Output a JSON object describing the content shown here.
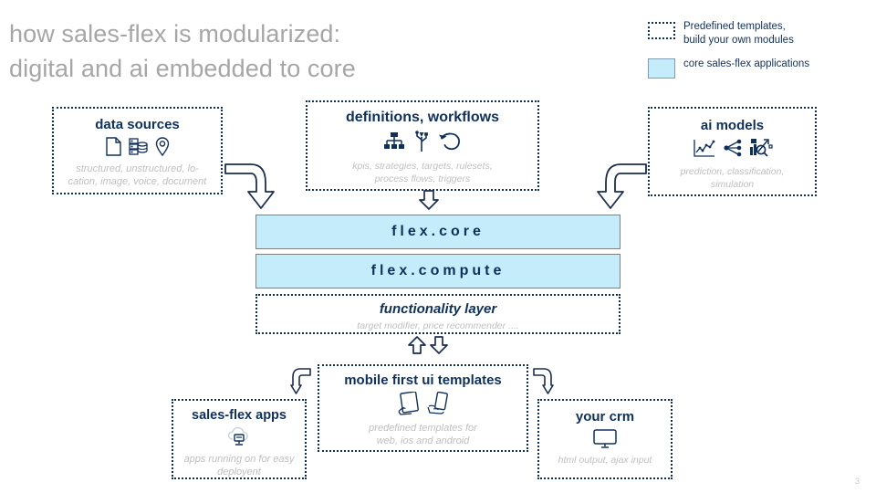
{
  "slide": {
    "title": "how sales-flex is modularized:\ndigital and ai embedded to core",
    "page_number": "3",
    "colors": {
      "navy": "#10305c",
      "core_fill": "#c5ecfb",
      "core_border": "#808080",
      "title_gray": "#a6a6a6",
      "sub_gray": "#bfbfbf"
    }
  },
  "legend": {
    "items": [
      {
        "swatch": "dotted-outline-box",
        "label": "Predefined templates,\nbuild your own modules"
      },
      {
        "swatch": "light-blue-filled-box",
        "label": "core sales-flex applications"
      }
    ]
  },
  "modules": {
    "data_sources": {
      "title": "data sources",
      "icons": [
        "document-icon",
        "database-icon",
        "location-pin-icon"
      ],
      "subtitle": "structured, unstructured, lo-\ncation, image, voice, document"
    },
    "definitions": {
      "title": "definitions, workflows",
      "icons": [
        "hierarchy-icon",
        "usb-fork-icon",
        "loop-arrow-icon"
      ],
      "subtitle": "kpis, strategies, targets, rulesets,\nprocess flows, triggers"
    },
    "ai_models": {
      "title": "ai models",
      "icons": [
        "line-chart-icon",
        "node-network-icon",
        "analytics-icon"
      ],
      "subtitle": "prediction, classification,\nsimulation"
    },
    "flex_core": {
      "label": "flex.core"
    },
    "flex_compute": {
      "label": "flex.compute"
    },
    "functionality_layer": {
      "title": "functionality layer",
      "subtitle": "target modifier, price recommender ...."
    },
    "mobile_templates": {
      "title": "mobile first ui templates",
      "icons": [
        "tablet-in-hand-icon",
        "phone-in-hand-icon"
      ],
      "subtitle": "predefined templates for\nweb, ios and android"
    },
    "sales_flex_apps": {
      "title": "sales-flex apps",
      "icons": [
        "cloud-computer-icon"
      ],
      "subtitle": "apps running on for easy\ndeployent"
    },
    "your_crm": {
      "title": "your crm",
      "icons": [
        "monitor-icon"
      ],
      "subtitle": "html output, ajax input"
    }
  },
  "connectors": [
    {
      "name": "data-sources-to-core",
      "type": "elbow-arrow-down-right"
    },
    {
      "name": "definitions-to-core",
      "type": "arrow-down"
    },
    {
      "name": "ai-models-to-core",
      "type": "elbow-arrow-down-left"
    },
    {
      "name": "functionality-to-mobile-up",
      "type": "arrow-up"
    },
    {
      "name": "functionality-to-mobile-down",
      "type": "arrow-down"
    },
    {
      "name": "mobile-to-apps",
      "type": "hook-arrow-left"
    },
    {
      "name": "mobile-to-crm",
      "type": "hook-arrow-right"
    }
  ]
}
